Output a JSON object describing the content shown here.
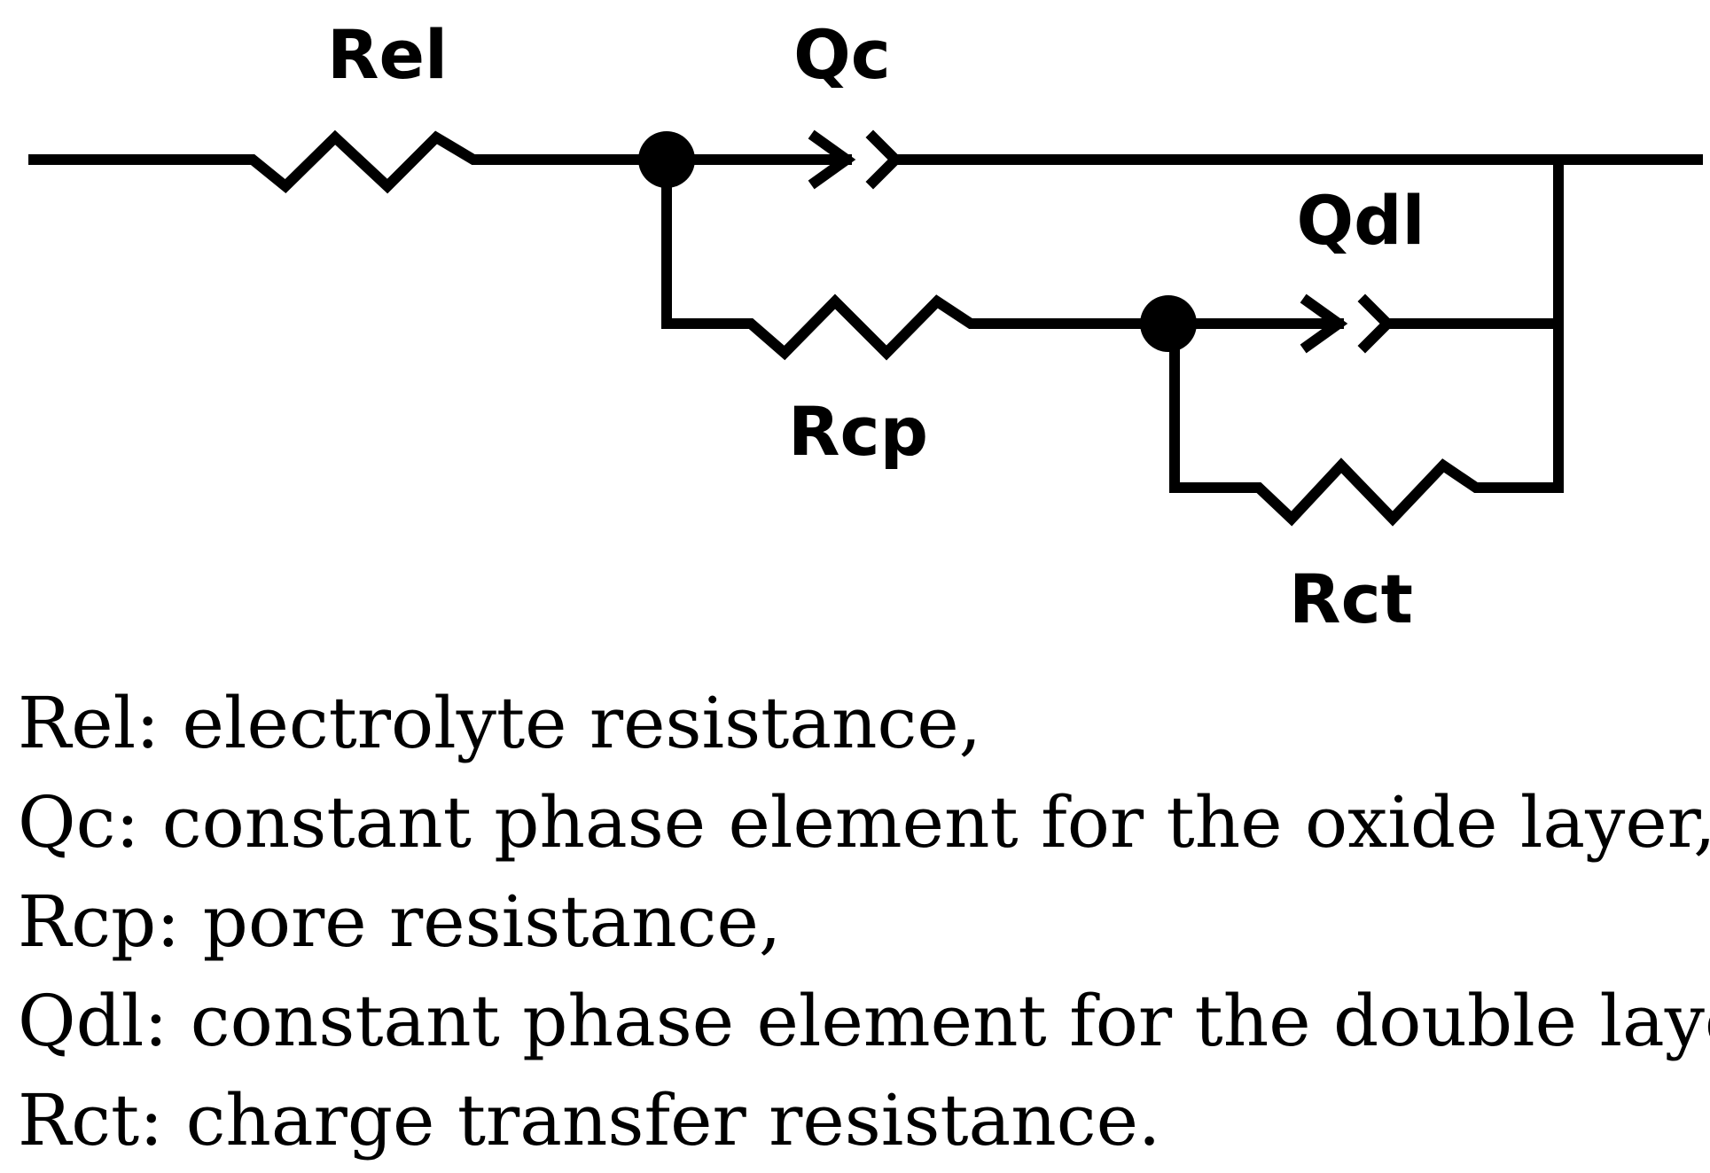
{
  "components": {
    "rel": "Rel",
    "qc": "Qc",
    "qdl": "Qdl",
    "rcp": "Rcp",
    "rct": "Rct"
  },
  "legend": [
    "Rel: electrolyte resistance,",
    "Qc: constant phase element for the oxide layer,",
    "Rcp: pore resistance,",
    "Qdl: constant phase element for the double layer,",
    "Rct: charge transfer resistance."
  ]
}
